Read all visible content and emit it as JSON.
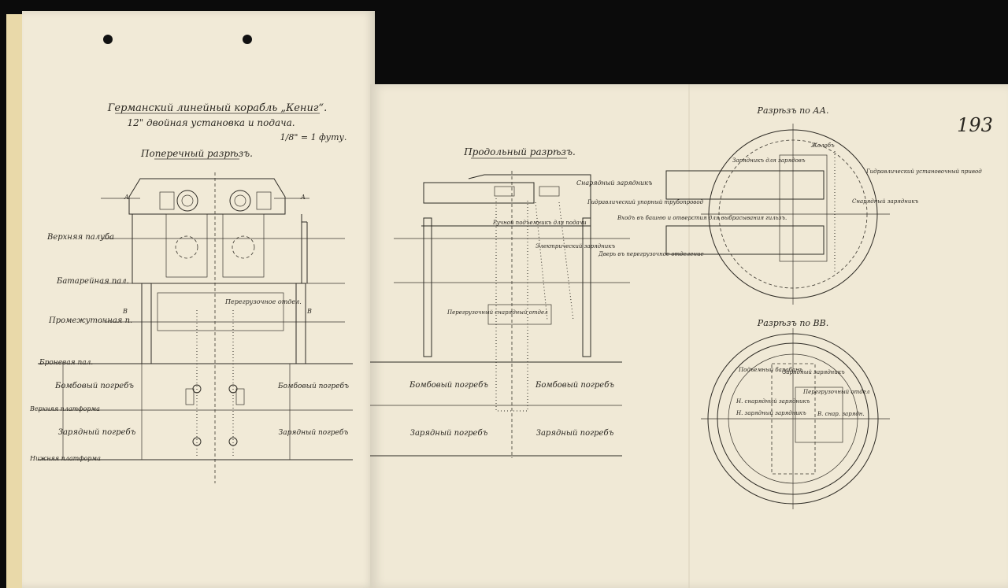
{
  "left_sheet": {
    "title": "Германский линейный корабль „Кениг“.",
    "subtitle": "12\" двойная установка и подача.",
    "scale": "1/8\" = 1 футу.",
    "cross_section_title": "Поперечный разрѣзъ.",
    "section_mark_a": "A",
    "section_mark_b": "B",
    "deck_labels": {
      "upper_deck": "Верхняя палуба",
      "battery_deck": "Батарейная пал.",
      "middle_deck": "Промежуточная п.",
      "armored_deck": "Броневая пал.",
      "upper_platform": "Верхняя платформа",
      "lower_platform": "Нижняя платформа"
    },
    "transfer_compartment": "Перегрузочное отдел.",
    "shell_room": "Бомбовый погребъ",
    "charge_room": "Зарядный погребъ"
  },
  "right_sheet": {
    "page_number": "193",
    "longitudinal_title": "Продольный разрѣзъ.",
    "shell_hoist": "Снарядный зарядникъ",
    "hydraulic_pipe": "Гидравлический упорный трубопровод",
    "entry_note": "Входъ въ башню и отверстия для выбрасывания гильзъ.",
    "manual_hoist": "Ручной подъемникъ для подачи",
    "electric_hoist": "Электрический зарядникъ",
    "door_note": "Дверь въ перегрузочное отделение",
    "transfer_charge": "Перегрузочный снарядный отдел",
    "shell_room": "Бомбовый погребъ",
    "charge_room": "Зарядный погребъ",
    "section_aa_title": "Разрѣзъ по АА.",
    "section_aa_labels": {
      "chute": "Жолобъ",
      "loader": "Зарядникъ для зарядовъ",
      "hydraulic_drive": "Гидравлический установочный привод",
      "shell_loader": "Снарядный зарядникъ"
    },
    "section_bb_title": "Разрѣзъ по ВВ.",
    "section_bb_labels": {
      "hoist": "Подъемный барабанъ",
      "loader": "Зарядный зарядникъ",
      "lower_shell": "Н. снарядный зарядникъ",
      "lower_charge": "Н. зарядный зарядникъ",
      "transfer": "Перегрузочный отдел",
      "shell_loader": "В. снар. зарядн."
    }
  }
}
